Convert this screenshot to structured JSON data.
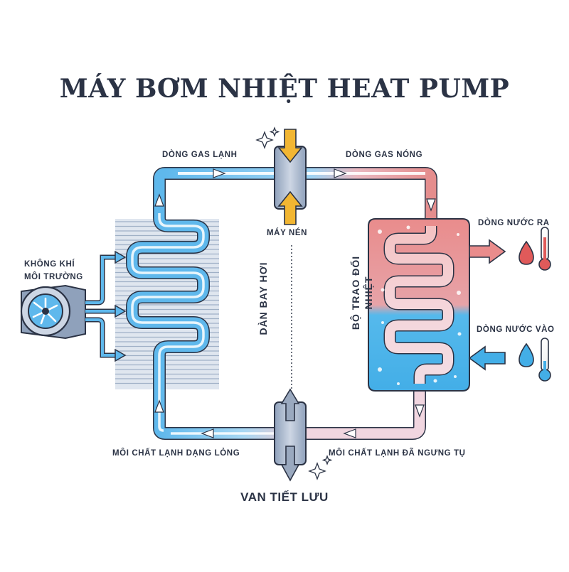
{
  "title": "MÁY BƠM NHIỆT HEAT PUMP",
  "labels": {
    "cold_gas": "DÒNG GAS LẠNH",
    "hot_gas": "DÒNG GAS NÓNG",
    "compressor": "MÁY NÉN",
    "ambient_air_line1": "KHÔNG KHÍ",
    "ambient_air_line2": "MÔI TRƯỜNG",
    "evaporator": "DÀN BAY HƠI",
    "heat_exchanger_line1": "BỘ TRAO ĐỔI",
    "heat_exchanger_line2": "NHIỆT",
    "water_out": "DÒNG NƯỚC RA",
    "water_in": "DÒNG NƯỚC VÀO",
    "liquid_refrigerant": "MÔI CHẤT LẠNH DẠNG LỎNG",
    "condensed_refrigerant": "MÔI CHẤT LẠNH ĐÃ NGƯNG TỤ",
    "expansion_valve": "VAN TIẾT LƯU"
  },
  "colors": {
    "cold": "#5fb8ec",
    "cold_light": "#bfe3f8",
    "hot": "#e58d8d",
    "hot_light": "#f6caca",
    "water_blue": "#4fb3e8",
    "outline": "#2b3345",
    "arrow_yellow": "#f2b632",
    "device_gray": "#9aa9bf"
  },
  "icons": [
    "fan-icon",
    "water-drop-icon",
    "thermometer-icon",
    "sparkle-icon",
    "arrow-icon"
  ]
}
